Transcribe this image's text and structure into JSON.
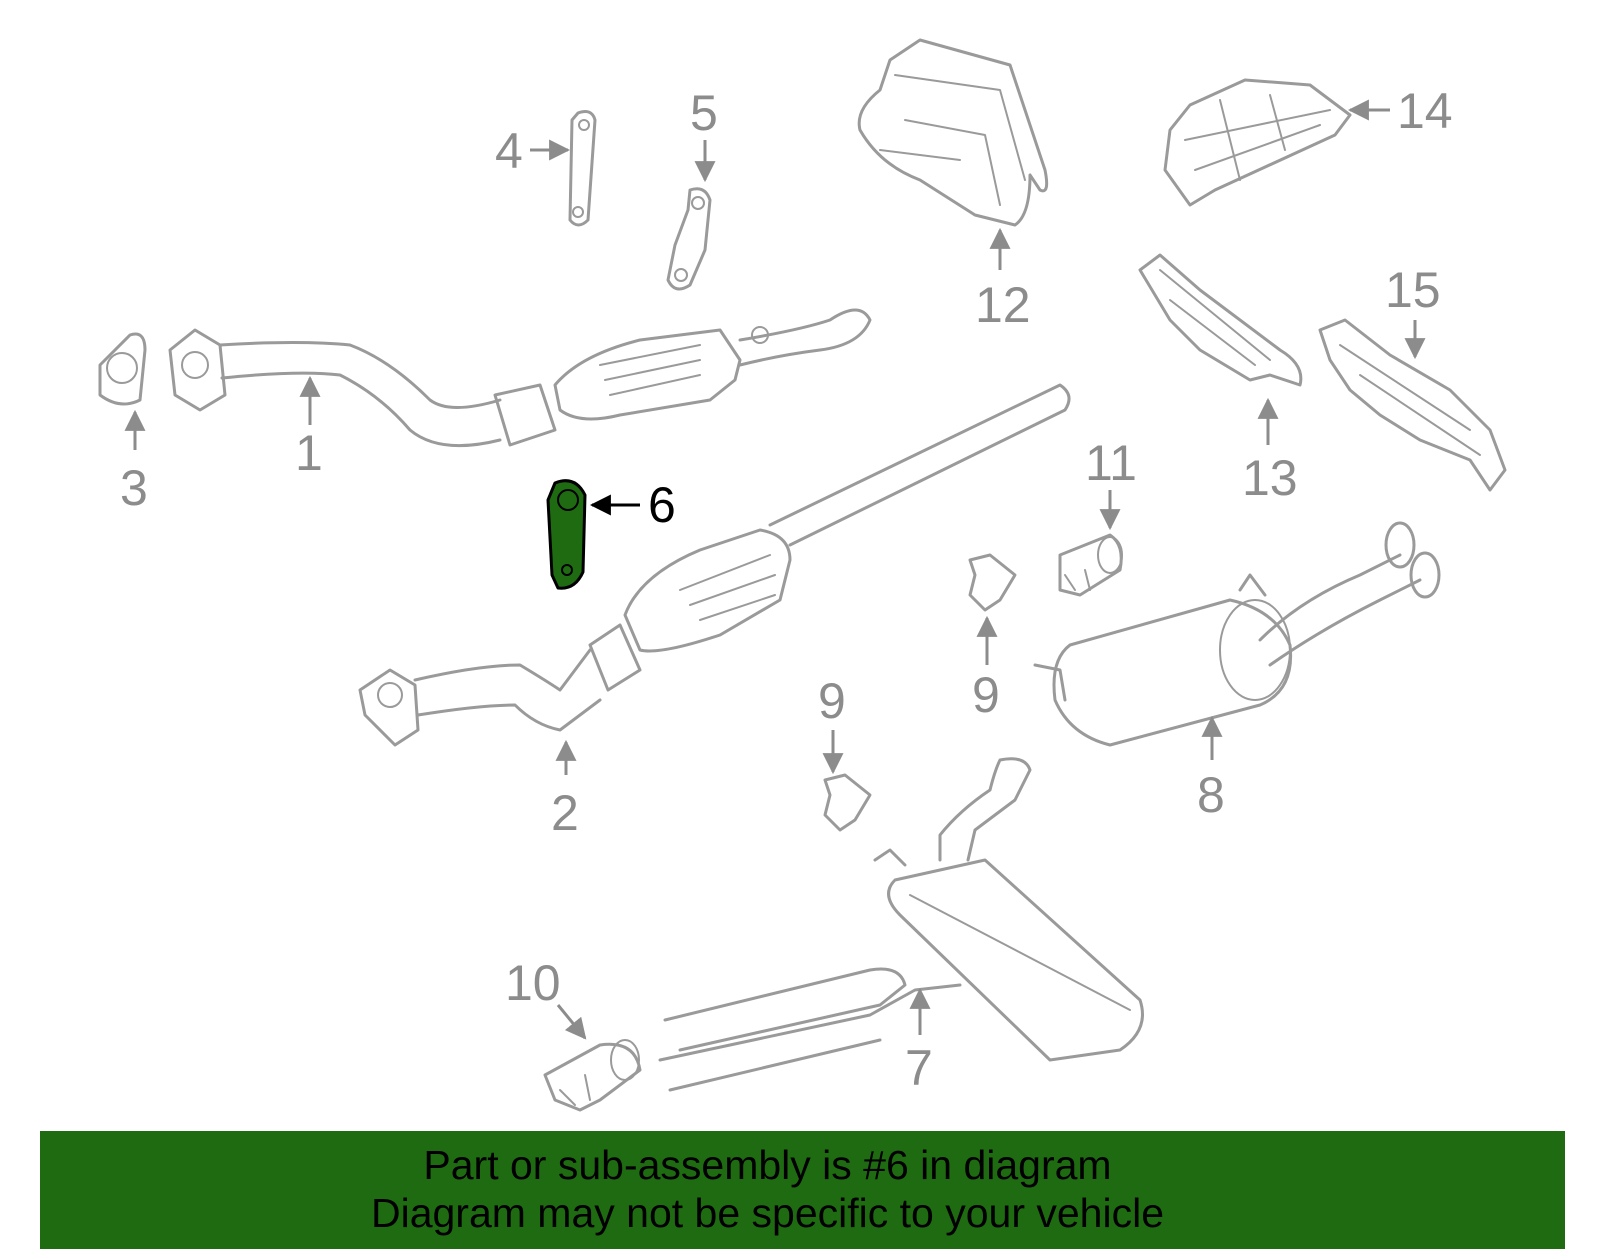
{
  "diagram": {
    "labels": [
      "1",
      "2",
      "3",
      "4",
      "5",
      "6",
      "7",
      "8",
      "9",
      "9",
      "10",
      "11",
      "12",
      "13",
      "14",
      "15"
    ],
    "highlighted_part": "6",
    "highlight_color": "#1f6b12",
    "line_color": "#9a9a9a"
  },
  "banner": {
    "line1": "Part or sub-assembly is #6 in diagram",
    "line2": "Diagram may not be specific to your vehicle",
    "background": "#1f6b12"
  }
}
